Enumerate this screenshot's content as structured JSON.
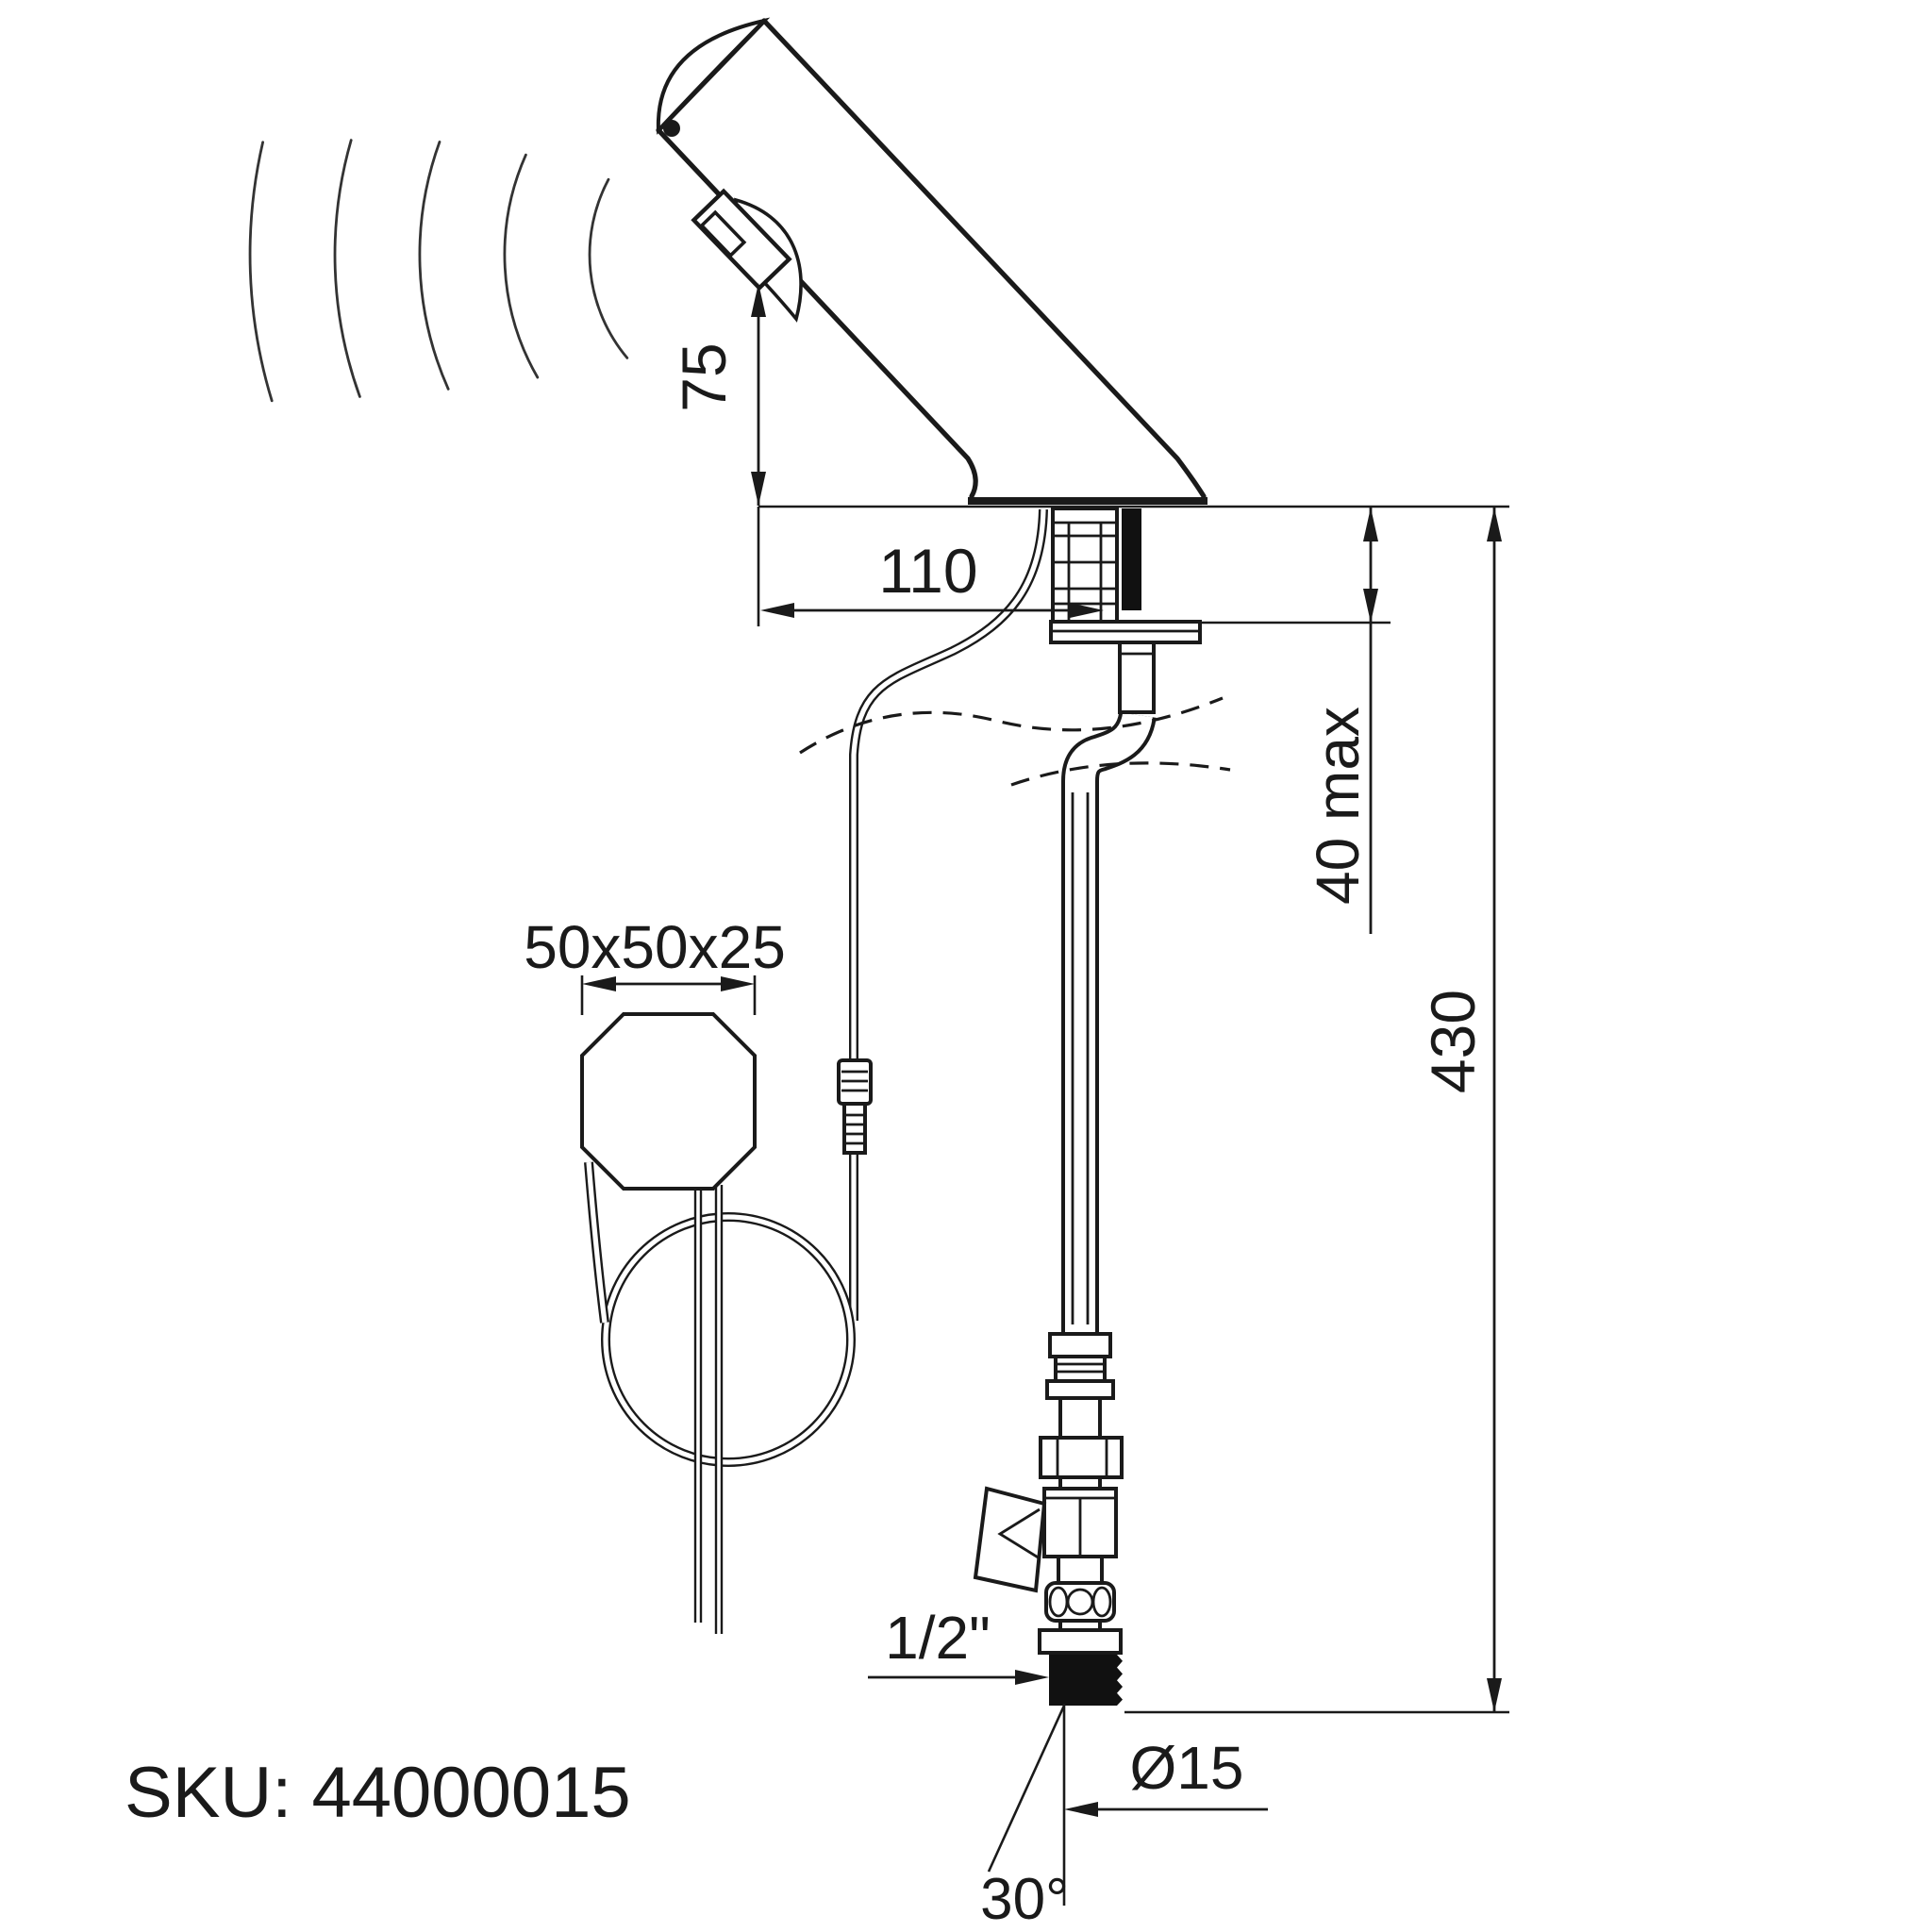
{
  "drawing": {
    "title": "sensor tap installation technical drawing",
    "line_color": "#1a1a1a",
    "background_color": "#ffffff",
    "labels": {
      "spout_height": "75",
      "spout_reach": "110",
      "deck_thickness": "40 max",
      "total_height": "430",
      "control_box_size": "50x50x25",
      "inlet_thread": "1/2\"",
      "pipe_diameter": "Ø15",
      "inlet_angle": "30°",
      "sku": "SKU: 44000015"
    }
  }
}
